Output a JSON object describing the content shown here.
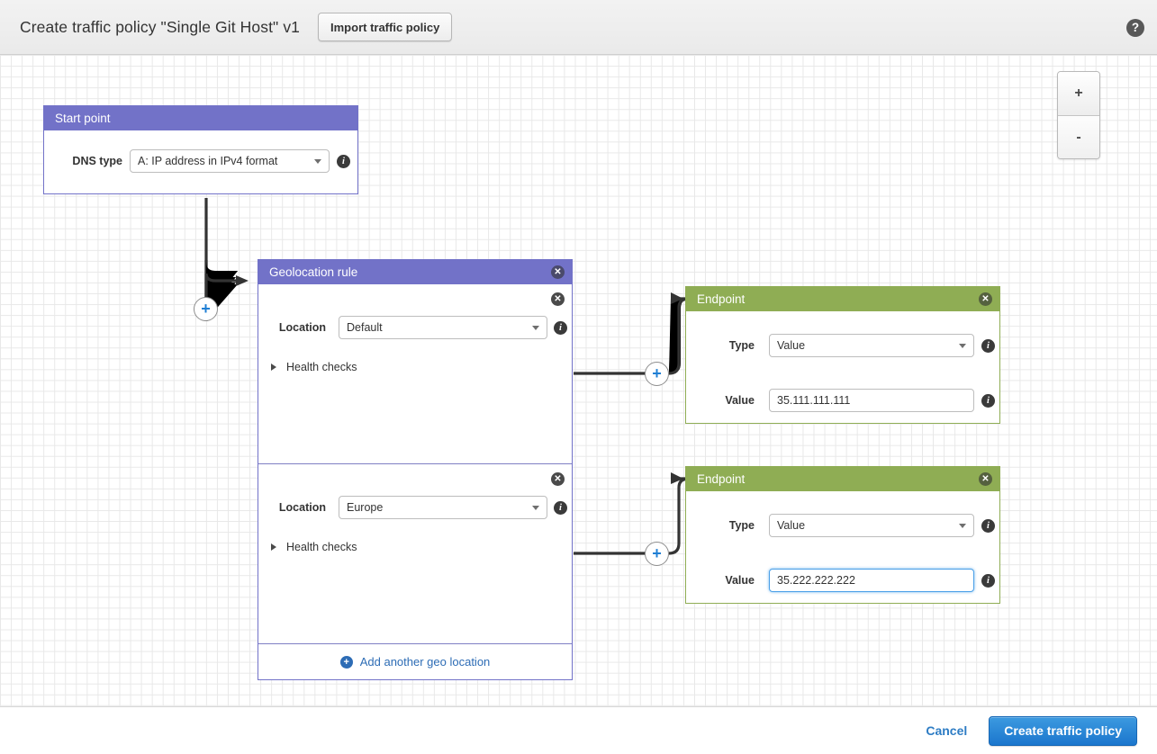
{
  "header": {
    "title": "Create traffic policy \"Single Git Host\" v1",
    "import_button": "Import traffic policy",
    "help_icon": "?"
  },
  "canvas": {
    "zoom_in": "+",
    "zoom_out": "-",
    "connector_plus": "+"
  },
  "start_point": {
    "title": "Start point",
    "dns_type_label": "DNS type",
    "dns_type_value": "A: IP address in IPv4 format"
  },
  "geolocation_rule": {
    "title": "Geolocation rule",
    "close_icon": "✕",
    "add_location_label": "Add another geo location",
    "add_location_icon": "+",
    "locations": [
      {
        "label": "Location",
        "value": "Default",
        "health_checks_label": "Health checks",
        "remove_icon": "✕"
      },
      {
        "label": "Location",
        "value": "Europe",
        "health_checks_label": "Health checks",
        "remove_icon": "✕"
      }
    ]
  },
  "endpoints": [
    {
      "title": "Endpoint",
      "close_icon": "✕",
      "type_label": "Type",
      "type_value": "Value",
      "value_label": "Value",
      "value_value": "35.111.111.111",
      "focused": false
    },
    {
      "title": "Endpoint",
      "close_icon": "✕",
      "type_label": "Type",
      "type_value": "Value",
      "value_label": "Value",
      "value_value": "35.222.222.222",
      "focused": true
    }
  ],
  "footer": {
    "cancel": "Cancel",
    "create": "Create traffic policy"
  },
  "info_icon": "i",
  "colors": {
    "rule_header": "#7272c8",
    "endpoint_header": "#8fad54",
    "primary_button": "#1b76cd",
    "link": "#2d7cc4",
    "focus_ring": "#4ba0e8"
  }
}
